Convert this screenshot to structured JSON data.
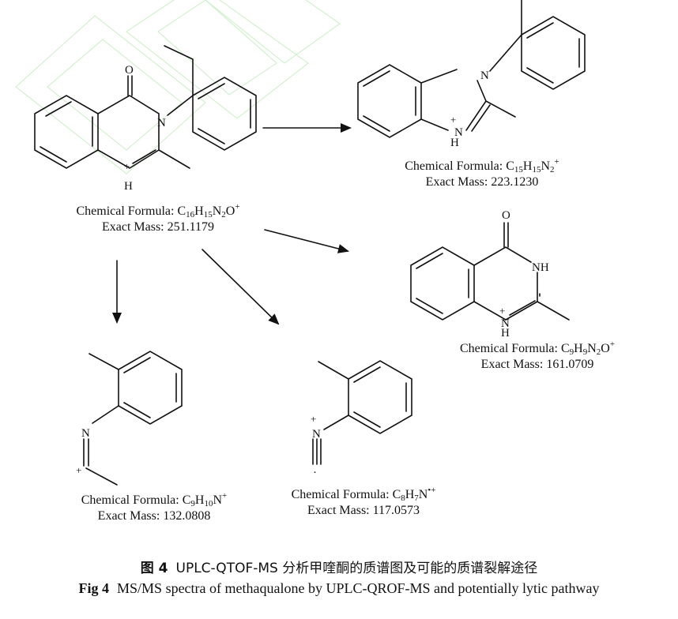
{
  "compounds": [
    {
      "id": "parent",
      "formula_label": "Chemical Formula: ",
      "formula": [
        [
          "C",
          ""
        ],
        [
          "16",
          "sub"
        ],
        [
          "H",
          ""
        ],
        [
          "15",
          "sub"
        ],
        [
          "N",
          ""
        ],
        [
          "2",
          "sub"
        ],
        [
          "O",
          ""
        ],
        [
          "+",
          "sup"
        ]
      ],
      "mass_label": "Exact Mass: ",
      "mass": "251.1179"
    },
    {
      "id": "frag1",
      "formula_label": "Chemical Formula: ",
      "formula": [
        [
          "C",
          ""
        ],
        [
          "15",
          "sub"
        ],
        [
          "H",
          ""
        ],
        [
          "15",
          "sub"
        ],
        [
          "N",
          ""
        ],
        [
          "2",
          "sub"
        ],
        [
          "+",
          "sup"
        ]
      ],
      "mass_label": "Exact Mass: ",
      "mass": "223.1230"
    },
    {
      "id": "frag2",
      "formula_label": "Chemical Formula: ",
      "formula": [
        [
          "C",
          ""
        ],
        [
          "9",
          "sub"
        ],
        [
          "H",
          ""
        ],
        [
          "9",
          "sub"
        ],
        [
          "N",
          ""
        ],
        [
          "2",
          "sub"
        ],
        [
          "O",
          ""
        ],
        [
          "+",
          "sup"
        ]
      ],
      "mass_label": "Exact Mass: ",
      "mass": "161.0709"
    },
    {
      "id": "frag3",
      "formula_label": "Chemical Formula: ",
      "formula": [
        [
          "C",
          ""
        ],
        [
          "9",
          "sub"
        ],
        [
          "H",
          ""
        ],
        [
          "10",
          "sub"
        ],
        [
          "N",
          ""
        ],
        [
          "+",
          "sup"
        ]
      ],
      "mass_label": "Exact Mass: ",
      "mass": "132.0808"
    },
    {
      "id": "frag4",
      "formula_label": "Chemical Formula: ",
      "formula": [
        [
          "C",
          ""
        ],
        [
          "8",
          "sub"
        ],
        [
          "H",
          ""
        ],
        [
          "7",
          "sub"
        ],
        [
          "N",
          ""
        ],
        [
          "•+",
          "sup"
        ]
      ],
      "mass_label": "Exact Mass: ",
      "mass": "117.0573"
    }
  ],
  "atoms": {
    "N": "N",
    "O": "O",
    "H": "H",
    "NH": "NH",
    "plus": "+",
    "dot": "·"
  },
  "caption": {
    "cn_num": "图 4",
    "cn_text": "UPLC-QTOF-MS 分析甲喹酮的质谱图及可能的质谱裂解途径",
    "en_num": "Fig 4",
    "en_text": "MS/MS spectra of methaqualone by UPLC-QROF-MS and potentially lytic pathway"
  }
}
